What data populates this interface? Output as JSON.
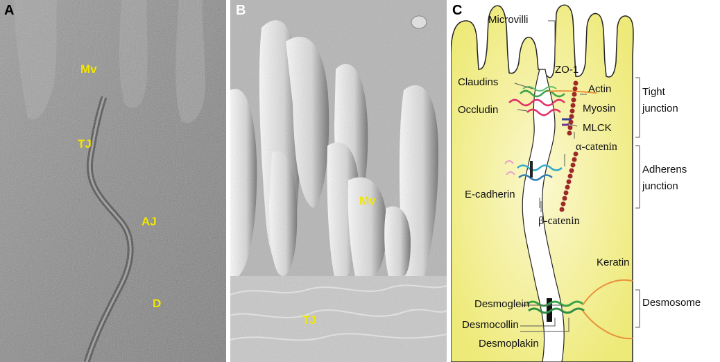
{
  "panels": {
    "a": {
      "letter": "A",
      "labels": {
        "mv": "Mv",
        "tj": "TJ",
        "aj": "AJ",
        "d": "D"
      }
    },
    "b": {
      "letter": "B",
      "labels": {
        "mv": "Mv",
        "tj": "TJ"
      }
    },
    "c": {
      "letter": "C",
      "labels": {
        "microvilli": "Microvilli",
        "zo1": "ZO-1",
        "claudins": "Claudins",
        "actin": "Actin",
        "occludin": "Occludin",
        "myosin": "Myosin",
        "mlck": "MLCK",
        "alpha_catenin": "α-catenin",
        "e_cadherin": "E-cadherin",
        "beta_catenin": "β-catenin",
        "keratin": "Keratin",
        "desmoglein": "Desmoglein",
        "desmocollin": "Desmocollin",
        "desmoplakin": "Desmoplakin",
        "tight_junction_1": "Tight",
        "tight_junction_2": "junction",
        "adherens_junction_1": "Adherens",
        "adherens_junction_2": "junction",
        "desmosome": "Desmosome"
      }
    }
  },
  "colors": {
    "em_label": "#f2e600",
    "cell_fill": "#eeea7a",
    "membrane_gap": "#ffffff",
    "actin": "#9c2a26",
    "claudin": "#3aa34a",
    "occludin": "#e0306a",
    "catenin": "#35a9c9",
    "keratin": "#e8913a"
  }
}
